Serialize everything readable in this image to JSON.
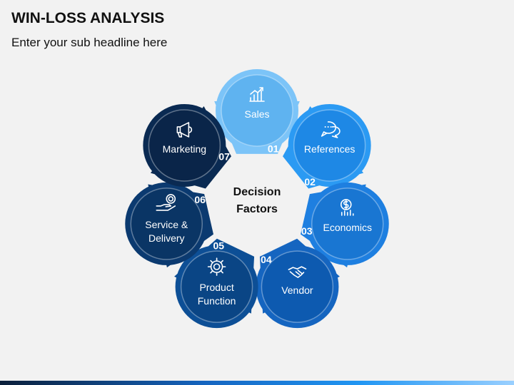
{
  "header": {
    "title": "WIN-LOSS ANALYSIS",
    "subtitle": "Enter your sub headline here"
  },
  "center": {
    "line1": "Decision",
    "line2": "Factors"
  },
  "factors": [
    {
      "number": "01",
      "lines": [
        "Sales"
      ],
      "icon": "bar-chart-icon",
      "color": "#7cc4f8",
      "ring": "#5fb3f0"
    },
    {
      "number": "02",
      "lines": [
        "References"
      ],
      "icon": "chat-bubble-icon",
      "color": "#2b9af3",
      "ring": "#1e88e5"
    },
    {
      "number": "03",
      "lines": [
        "Economics"
      ],
      "icon": "dollar-chart-icon",
      "color": "#1e7fe0",
      "ring": "#1976d2"
    },
    {
      "number": "04",
      "lines": [
        "Vendor"
      ],
      "icon": "handshake-icon",
      "color": "#1565c0",
      "ring": "#0d5ab0"
    },
    {
      "number": "05",
      "lines": [
        "Product",
        "Function"
      ],
      "icon": "gear-icon",
      "color": "#0d4f96",
      "ring": "#0a4585"
    },
    {
      "number": "06",
      "lines": [
        "Service &",
        "Delivery"
      ],
      "icon": "hand-gear-icon",
      "color": "#0b3a70",
      "ring": "#0a3565"
    },
    {
      "number": "07",
      "lines": [
        "Marketing"
      ],
      "icon": "megaphone-icon",
      "color": "#0a2a52",
      "ring": "#0a2549"
    }
  ]
}
